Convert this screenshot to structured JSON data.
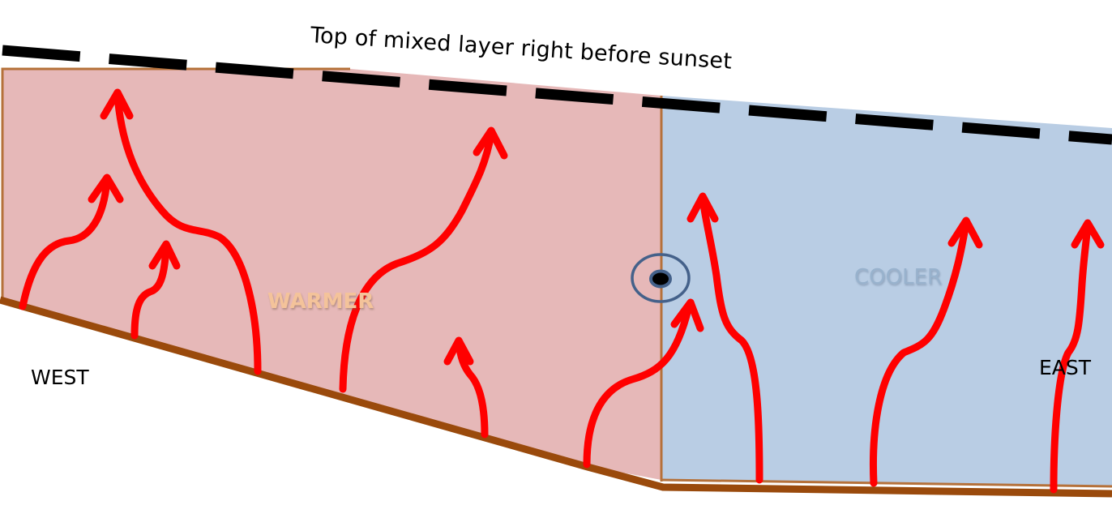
{
  "diagram": {
    "title_label": "Top of mixed layer right before sunset",
    "labels": {
      "west": "WEST",
      "east": "EAST",
      "warm_region": "WARMER",
      "cool_region": "COOLER"
    },
    "regions": [
      {
        "name": "warm-air-region",
        "label": "WARMER",
        "fill": "#e6b8b8"
      },
      {
        "name": "cool-air-region",
        "label": "COOLER",
        "fill": "#b9cde4"
      }
    ],
    "elements": {
      "mixed_layer_top": "dashed-line",
      "ground": "sloped-terrain",
      "observation_point": "circled-dot",
      "thermals": "red-upward-arrows"
    },
    "colors": {
      "warm_fill": "#e6b8b8",
      "cool_fill": "#b9cde4",
      "border": "#b5713a",
      "ground": "#9a4a0c",
      "arrow": "#ff0000",
      "dash": "#000000",
      "marker_ring": "#44618a",
      "warmer_text": "#f4c39a",
      "cooler_text": "#98b2cd"
    }
  }
}
